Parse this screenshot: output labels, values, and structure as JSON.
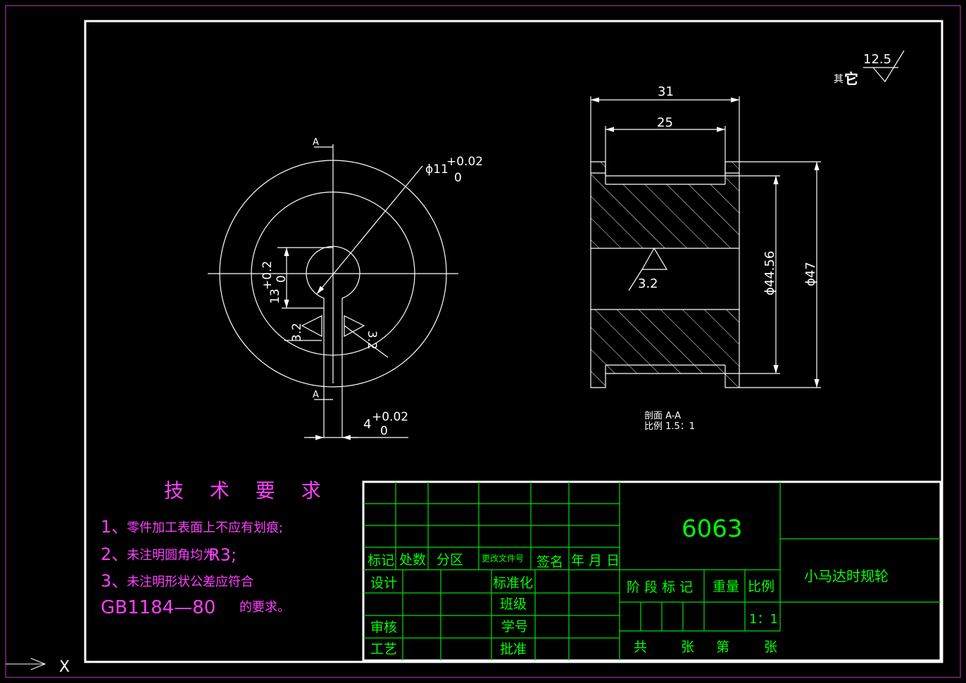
{
  "colors": {
    "background": "#000000",
    "drawing": "#ffffff",
    "title_block": "#00ff00",
    "notes": "#ff40ff",
    "sheet_border": "#c040c0"
  },
  "roughness": {
    "other_label": "其",
    "other_label_bold": "它",
    "other_value": "12.5",
    "hub_left": "3.2",
    "hub_right": "3.2",
    "bore": "3.2"
  },
  "front_view": {
    "section_mark_top": "A",
    "section_mark_bottom": "A",
    "bore_dia_label": "ϕ11",
    "bore_tol_upper": "+0.02",
    "bore_tol_lower": "0",
    "keyway_depth": "13",
    "keyway_tol_upper": "+0.2",
    "keyway_tol_lower": "0",
    "keyway_width": "4",
    "keyway_width_upper": "+0.02",
    "keyway_width_lower": "0"
  },
  "section_view": {
    "width_overall": "31",
    "width_inner": "25",
    "dia_inner": "ϕ44.56",
    "dia_outer": "ϕ47",
    "caption_line1": "剖面 A-A",
    "caption_line2": "比例 1.5：1"
  },
  "tech_requirements": {
    "title": "技 术 要 求",
    "items": [
      {
        "num": "1、",
        "text": "零件加工表面上不应有划痕;"
      },
      {
        "num": "2、",
        "text": "未注明圆角均为",
        "extra": "R3;"
      },
      {
        "num": "3、",
        "text": "未注明形状公差应符合"
      },
      {
        "num": "GB1184—80",
        "text": "的要求。"
      }
    ]
  },
  "title_block": {
    "material": "6063",
    "part_name": "小马达时规轮",
    "rev_headers": [
      "标记",
      "处数",
      "分区",
      "更改文件号",
      "签名",
      "年 月 日"
    ],
    "design": "设计",
    "standard": "标准化",
    "class": "班级",
    "review": "审核",
    "student_no": "学号",
    "process": "工艺",
    "approve": "批准",
    "stage_mark": "阶 段 标 记",
    "weight": "重量",
    "scale_label": "比例",
    "scale_value": "1：1",
    "sheets_total": "共",
    "sheets_zhang1": "张",
    "sheets_no": "第",
    "sheets_zhang2": "张"
  },
  "ucs": {
    "x_label": "X"
  }
}
